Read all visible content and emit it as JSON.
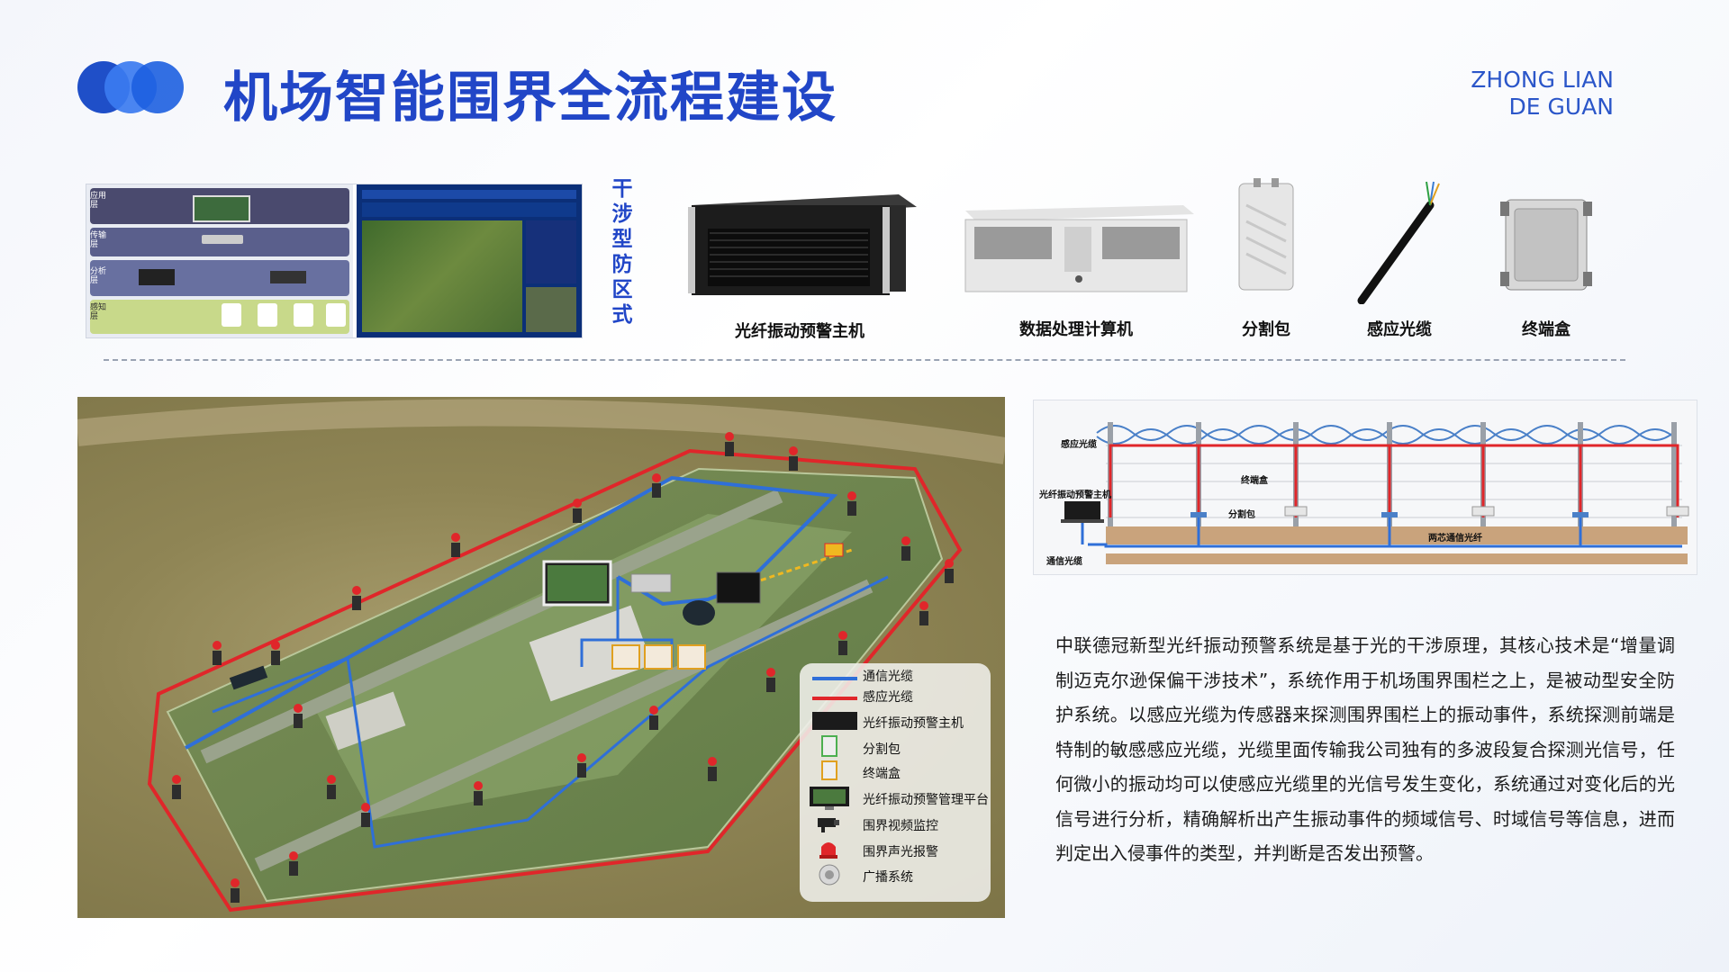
{
  "header": {
    "title": "机场智能围界全流程建设",
    "brand_line1": "ZHONG LIAN",
    "brand_line2": "DE GUAN"
  },
  "architecture": {
    "layers": [
      "应用层",
      "传输层",
      "分析层",
      "感知层"
    ],
    "vertical_label": [
      "干",
      "涉",
      "型",
      "防",
      "区",
      "式"
    ]
  },
  "products": [
    {
      "label": "光纤振动预警主机"
    },
    {
      "label": "数据处理计算机"
    },
    {
      "label": "分割包"
    },
    {
      "label": "感应光缆"
    },
    {
      "label": "终端盒"
    }
  ],
  "map_legend": [
    {
      "label": "通信光缆",
      "icon": "blue-line"
    },
    {
      "label": "感应光缆",
      "icon": "red-line"
    },
    {
      "label": "光纤振动预警主机",
      "icon": "host-icon"
    },
    {
      "label": "分割包",
      "icon": "splitter-icon"
    },
    {
      "label": "终端盒",
      "icon": "terminal-box-icon"
    },
    {
      "label": "光纤振动预警管理平台",
      "icon": "monitor-icon"
    },
    {
      "label": "围界视频监控",
      "icon": "camera-icon"
    },
    {
      "label": "围界声光报警",
      "icon": "alarm-icon"
    },
    {
      "label": "广播系统",
      "icon": "speaker-icon"
    }
  ],
  "fence_labels": {
    "sensing_cable": "感应光缆",
    "host": "光纤振动预警主机",
    "comm_cable": "通信光缆",
    "terminal_box": "终端盒",
    "splitter": "分割包",
    "two_core": "两芯通信光纤"
  },
  "description": "中联德冠新型光纤振动预警系统是基于光的干涉原理，其核心技术是“增量调制迈克尔逊保偏干涉技术”，系统作用于机场围界围栏之上，是被动型安全防护系统。以感应光缆为传感器来探测围界围栏上的振动事件，系统探测前端是特制的敏感感应光缆，光缆里面传输我公司独有的多波段复合探测光信号，任何微小的振动均可以使感应光缆里的光信号发生变化，系统通过对变化后的光信号进行分析，精确解析出产生振动事件的频域信号、时域信号等信息，进而判定出入侵事件的类型，并判断是否发出预警。",
  "colors": {
    "accent": "#2146c7",
    "comm_cable": "#2f6fd8",
    "sensing_cable": "#e0262a"
  }
}
